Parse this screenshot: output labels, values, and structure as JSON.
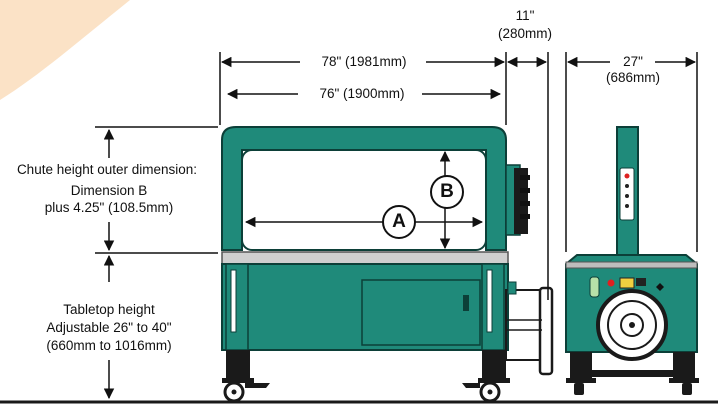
{
  "labels": {
    "dim_overall_width": "78\" (1981mm)",
    "dim_inner_width": "76\" (1900mm)",
    "dim_side_depth_line1": "11\"",
    "dim_side_depth_line2": "(280mm)",
    "dim_end_width_line1": "27\"",
    "dim_end_width_line2": "(686mm)",
    "chute_line1": "Chute height outer dimension:",
    "chute_line2": "Dimension B",
    "chute_line3": "plus 4.25\" (108.5mm)",
    "table_line1": "Tabletop height",
    "table_line2": "Adjustable 26\" to 40\"",
    "table_line3": "(660mm to 1016mm)",
    "dim_a": "A",
    "dim_b": "B"
  },
  "colors": {
    "machine_green": "#1f8a7a",
    "machine_dark": "#0d5a50",
    "leg_black": "#1a1a1a",
    "accent_peach": "#fbe3c9"
  }
}
